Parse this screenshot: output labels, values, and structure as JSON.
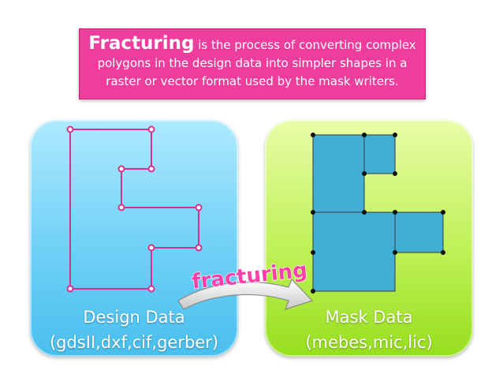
{
  "banner": {
    "keyword": "Fracturing",
    "line1_rest": " is the process of converting complex",
    "line2": "polygons in the design data into simpler shapes in a",
    "line3": "raster or vector format used by the mask writers."
  },
  "left_panel": {
    "title": "Design Data",
    "formats": "(gdsII,dxf,cif,gerber)"
  },
  "right_panel": {
    "title": "Mask Data",
    "formats": "(mebes,mic,lic)"
  },
  "arrow_label": "fracturing",
  "colors": {
    "banner": "#ee3d9c",
    "design_outline": "#d8308f",
    "mask_fill": "#43aed3",
    "left_panel": "#5ec8f2",
    "right_panel": "#b5ec48",
    "arrow_label": "#ff3fa8"
  }
}
